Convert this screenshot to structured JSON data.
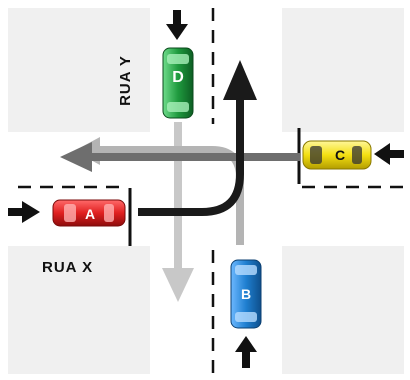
{
  "streets": {
    "horizontal_name": "RUA  X",
    "vertical_name": "RUA  Y"
  },
  "cars": [
    {
      "id": "A",
      "color": "#e02020",
      "heading": "east"
    },
    {
      "id": "B",
      "color": "#1f7fd0",
      "heading": "north"
    },
    {
      "id": "C",
      "color": "#f3df12",
      "heading": "west"
    },
    {
      "id": "D",
      "color": "#1f9a3e",
      "heading": "south"
    }
  ],
  "paths": {
    "car_A": {
      "description_color": "#1a1a1a",
      "maneuver": "turn-left"
    },
    "car_B": {
      "description_color": "#b4b4b4",
      "maneuver": "turn-left"
    },
    "car_C": {
      "description_color": "#6e6e6e",
      "maneuver": "straight"
    },
    "car_D": {
      "description_color": "#c8c8c8",
      "maneuver": "straight"
    }
  },
  "colors": {
    "sidewalk": "#f0f0f0",
    "road": "#ffffff",
    "lane_marking": "#111111",
    "entry_arrow": "#111111"
  }
}
